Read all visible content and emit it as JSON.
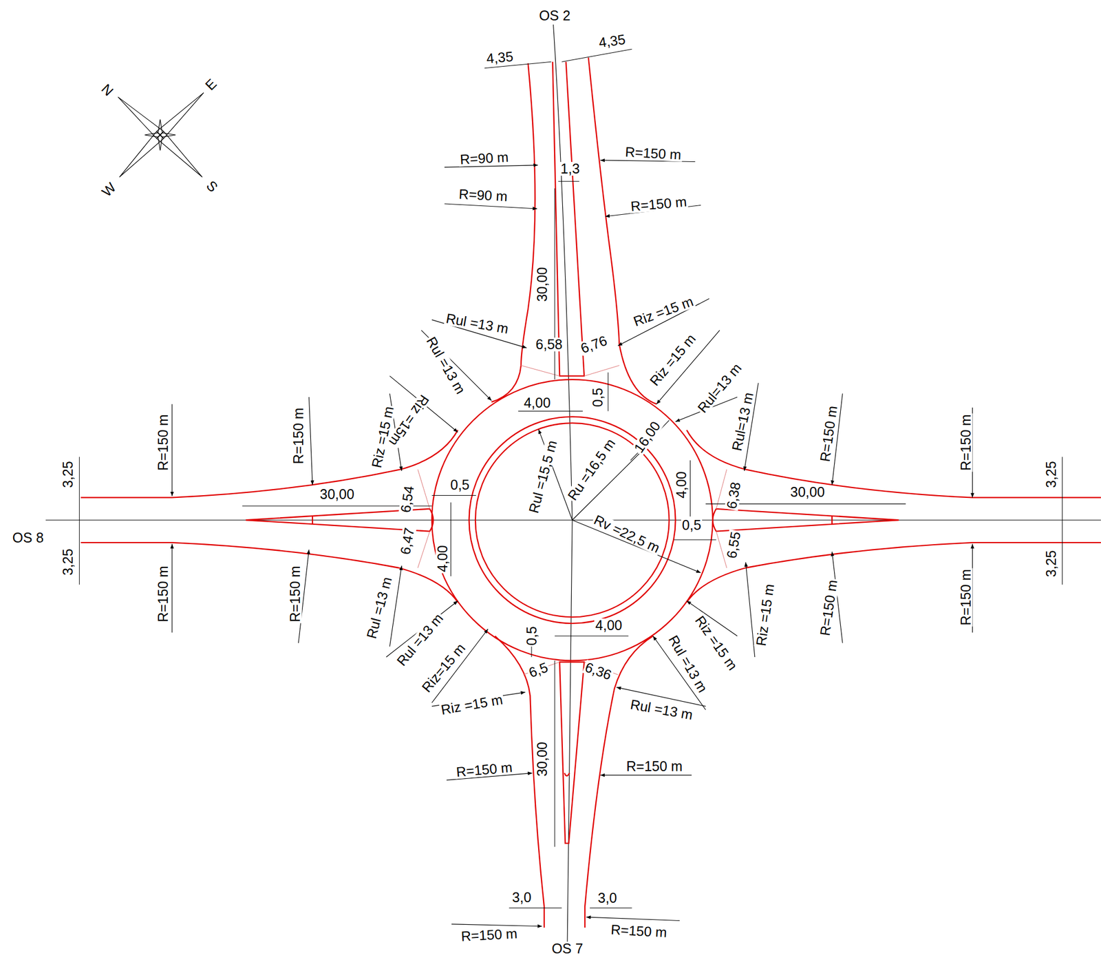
{
  "diagram": {
    "labels": [
      "N",
      "E",
      "W",
      "S",
      "OS 2",
      "4,35",
      "4,35",
      "R=90 m",
      "R=150 m",
      "1,3",
      "R=90 m",
      "R=150 m",
      "30,00",
      "Rul =13 m",
      "Riz =15 m",
      "Rul =13 m",
      "Riz =15 m",
      "6,58",
      "6,76",
      "Rul=13 m",
      "4,00",
      "0,5",
      "Riz =15m",
      "Riz =15 m",
      "R=150 m",
      "R=150 m",
      "Rul=13 m",
      "R=150 m",
      "R=150 m",
      "Rul =15,5 m",
      "Ru =16,5 m",
      "16,00",
      "4,00",
      "0,5",
      "30,00",
      "6,54",
      "6,38",
      "30,00",
      "3,25",
      "3,25",
      "OS 8",
      "3,25",
      "3,25",
      "Rv =22,5 m",
      "0,5",
      "6,47",
      "6,55",
      "4,00",
      "R=150 m",
      "R=150 m",
      "R=150 m",
      "R=150 m",
      "Rul =13 m",
      "Riz =15 m",
      "Riz =15 m",
      "Rul =13 m",
      "4,00",
      "0,5",
      "Riz=15 m",
      "Rul =13 m",
      "6,5",
      "6,36",
      "Riz =15 m",
      "Rul =13 m",
      "30,00",
      "R=150 m",
      "R=150 m",
      "3,0",
      "3,0",
      "R=150 m",
      "R=150 m",
      "OS 7"
    ]
  }
}
